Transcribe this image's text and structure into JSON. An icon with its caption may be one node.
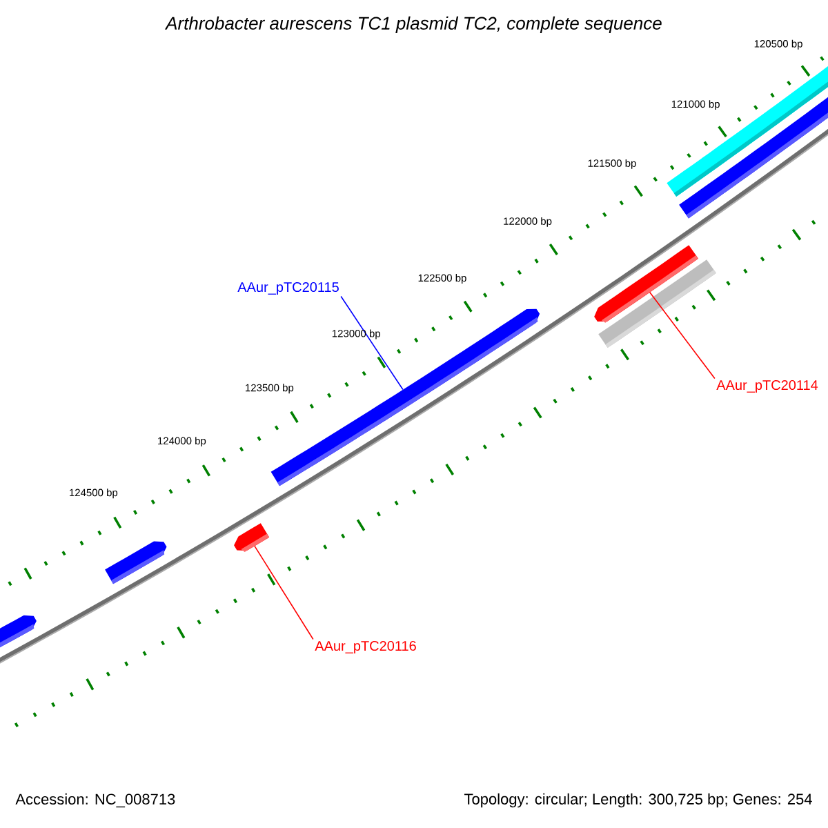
{
  "diagram": {
    "title": "Arthrobacter aurescens TC1 plasmid TC2, complete sequence",
    "nodes": [
      {
        "text": [
          "AAur_pTC20115"
        ]
      },
      {
        "text": [
          "AAur_pTC20114"
        ]
      },
      {
        "text": [
          "AAur_pTC20116"
        ]
      },
      {
        "text": [],
        "shape": "bar"
      },
      {
        "text": [],
        "shape": "bar"
      },
      {
        "text": [],
        "shape": "bar"
      },
      {
        "text": [],
        "shape": "bar"
      },
      {
        "text": [],
        "shape": "bar"
      },
      {
        "text": [],
        "shape": "bar"
      },
      {
        "text": [],
        "shape": "bar"
      },
      {
        "text": [],
        "shape": "bar"
      }
    ],
    "edges": [
      {
        "from": 0,
        "to": 6,
        "arrow": "none",
        "color": "#0000ff"
      },
      {
        "from": 1,
        "to": 7,
        "arrow": "none"
      },
      {
        "from": 2,
        "to": 5,
        "arrow": "none"
      }
    ],
    "labels": [
      "120500 bp",
      "121000 bp",
      "121500 bp",
      "122000 bp",
      "122500 bp",
      "123000 bp",
      "123500 bp",
      "124000 bp",
      "124500 bp",
      "Accession: NC_008713",
      "Topology: circular; Length: 300,725 bp; Genes: 254"
    ]
  }
}
